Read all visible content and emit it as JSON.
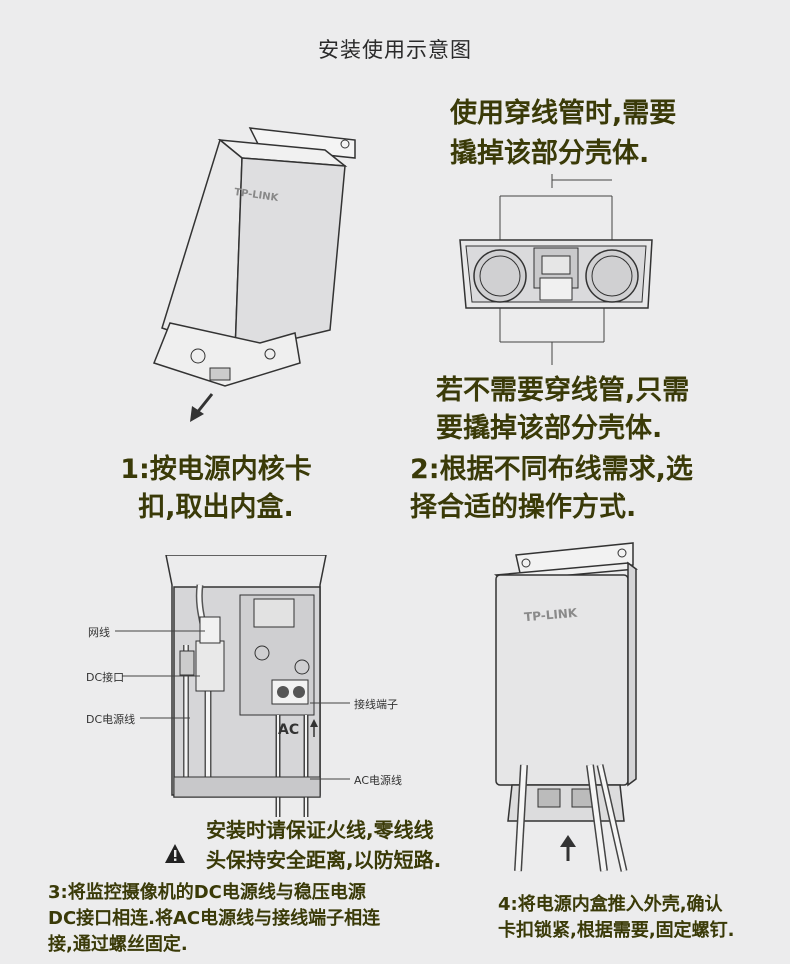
{
  "title": "安装使用示意图",
  "tip_top": {
    "line1": "使用穿线管时,需要",
    "line2": "撬掉该部分壳体."
  },
  "tip_bottom": {
    "line1": "若不需要穿线管,只需",
    "line2": "要撬掉该部分壳体."
  },
  "step1": {
    "line1": "1:按电源内核卡",
    "line2": "扣,取出内盒."
  },
  "step2": {
    "line1": "2:根据不同布线需求,选",
    "line2": "择合适的操作方式."
  },
  "labels": {
    "network": "网线",
    "dc_port": "DC接口",
    "dc_power": "DC电源线",
    "terminal": "接线端子",
    "ac_power": "AC电源线",
    "ac_mark": "AC"
  },
  "brand": "TP-LINK",
  "warning": {
    "line1": "安装时请保证火线,零线线",
    "line2": "头保持安全距离,以防短路."
  },
  "step3": {
    "line1": "3:将监控摄像机的DC电源线与稳压电源",
    "line2": "DC接口相连.将AC电源线与接线端子相连",
    "line3": "接,通过螺丝固定."
  },
  "step4": {
    "line1": "4:将电源内盒推入外壳,确认",
    "line2": "卡扣锁紧,根据需要,固定螺钉."
  },
  "icons": [
    "warning-icon",
    "arrow-down-left-icon",
    "arrow-up-icon",
    "arrow-up-small-icon"
  ]
}
